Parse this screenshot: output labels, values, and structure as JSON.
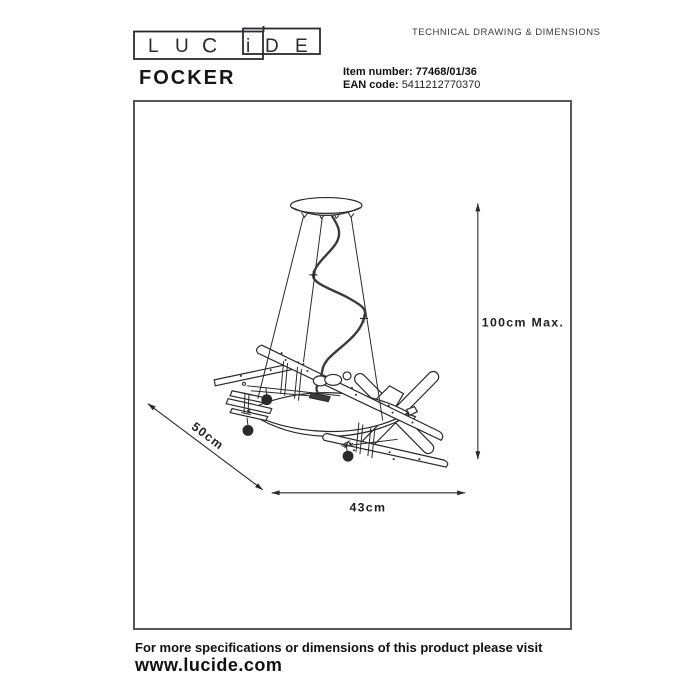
{
  "header": {
    "logo_letters": [
      "L",
      "U",
      "C",
      "i",
      "D",
      "E"
    ],
    "doc_type": "TECHNICAL DRAWING & DIMENSIONS"
  },
  "product": {
    "name": "FOCKER",
    "item_label": "Item number:",
    "item_value": "77468/01/36",
    "ean_label": "EAN code:",
    "ean_value": "5411212770370"
  },
  "drawing": {
    "dim_height": "100cm Max.",
    "dim_depth": "50cm",
    "dim_width": "43cm"
  },
  "footer": {
    "line1": "For more specifications or dimensions of this product please visit",
    "line2": "www.lucide.com"
  },
  "colors": {
    "ink": "#2a2a2a",
    "frame_border": "#57575b",
    "background": "#ffffff"
  }
}
